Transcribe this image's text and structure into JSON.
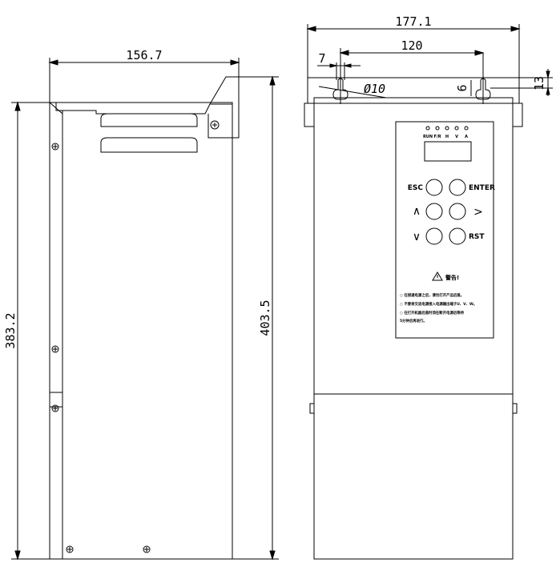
{
  "dimensions": {
    "side_width": "156.7",
    "side_height_inner": "383.2",
    "side_height_outer": "403.5",
    "front_width": "177.1",
    "hole_spacing": "120",
    "hole_offset": "7",
    "hole_diameter": "Ø10",
    "hole_depth": "6",
    "hole_top": "13"
  },
  "keypad": {
    "esc_label": "ESC",
    "enter_label": "ENTER",
    "rst_label": "RST",
    "up_glyph": "∧",
    "down_glyph": "∨",
    "right_glyph": ">"
  },
  "indicators": [
    {
      "label": "RUN"
    },
    {
      "label": "F/R"
    },
    {
      "label": "H"
    },
    {
      "label": "V"
    },
    {
      "label": "A"
    }
  ],
  "warning": {
    "title": "警告!",
    "lines": [
      "○ 在接通电源之后，请勿打开产品后盖。",
      "○ 不要将交流电源接入电源输出端子U、V、W。",
      "○ 在打开机器后盖时须在断开电源后等待",
      "  5分钟后再进行。"
    ]
  }
}
